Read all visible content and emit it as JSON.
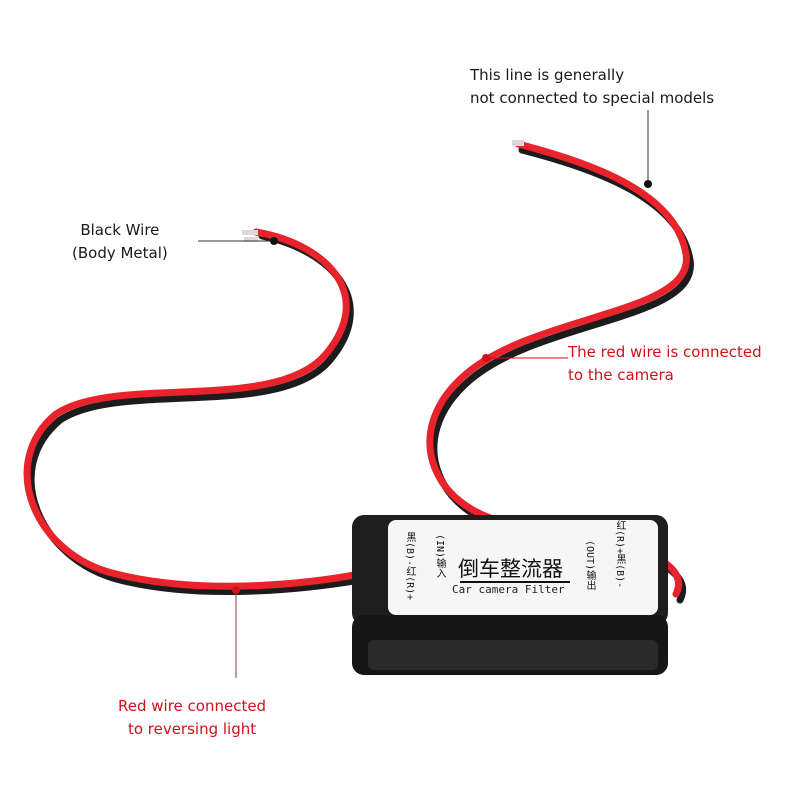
{
  "annotations": {
    "top_right": {
      "line1": "This line is generally",
      "line2": "not connected to special models"
    },
    "black_wire": {
      "line1": "Black Wire",
      "line2": "(Body Metal)"
    },
    "camera_wire": {
      "line1": "The red wire is connected",
      "line2": "to the camera"
    },
    "reversing_wire": {
      "line1": "Red wire connected",
      "line2": "to reversing light"
    }
  },
  "device": {
    "title_cn": "倒车整流器",
    "subtitle": "Car camera Filter",
    "input_label": "(IN)输入",
    "input_pins": "黑(B)-红(R)+",
    "output_label": "(OUT)输出",
    "output_pins": "红(R)+黑(B)-"
  },
  "colors": {
    "red_wire": "#e8232b",
    "black_wire": "#1c1c1c",
    "annotation_red": "#d0121b",
    "box": "#1e1e1e",
    "label_bg": "#f6f6f6"
  }
}
